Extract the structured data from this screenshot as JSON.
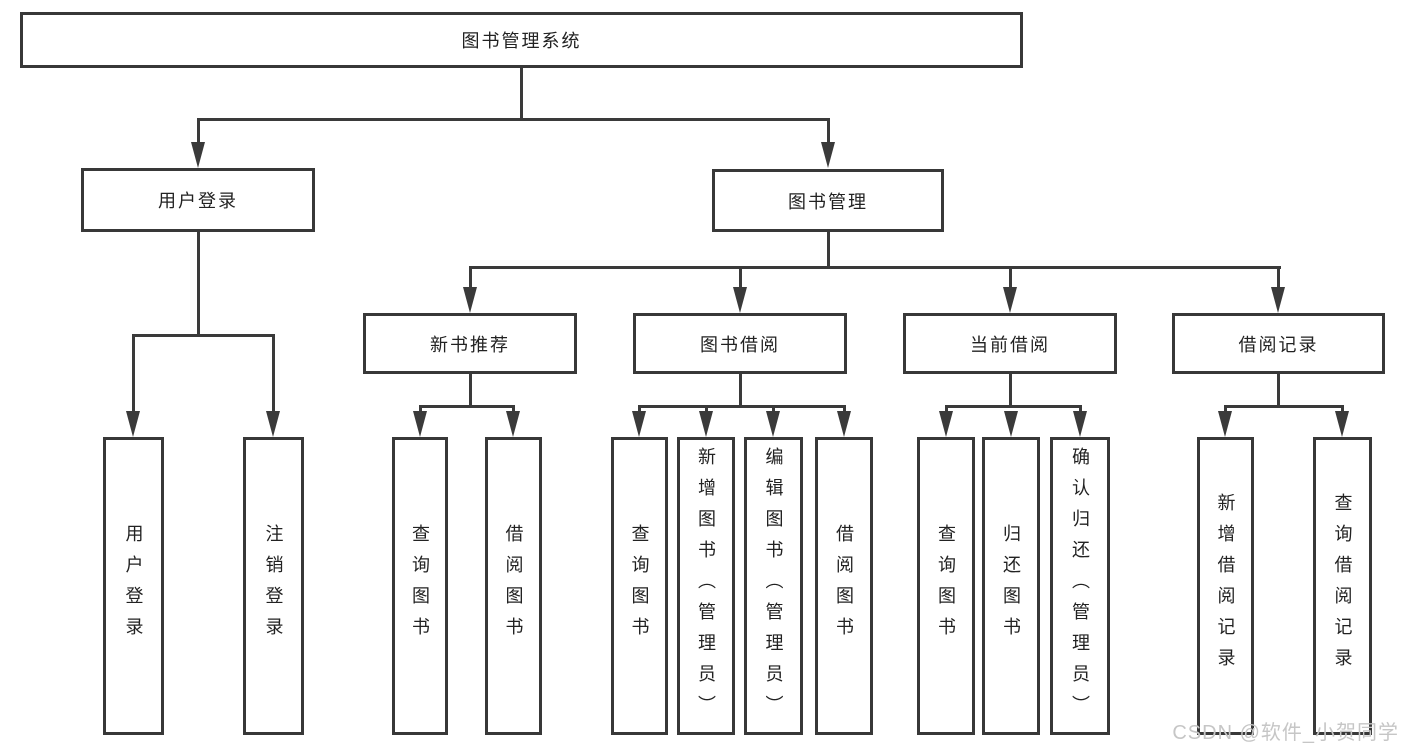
{
  "diagram": {
    "root": {
      "label": "图书管理系统"
    },
    "level2": [
      {
        "label": "用户登录"
      },
      {
        "label": "图书管理"
      }
    ],
    "level3": [
      {
        "label": "新书推荐"
      },
      {
        "label": "图书借阅"
      },
      {
        "label": "当前借阅"
      },
      {
        "label": "借阅记录"
      }
    ],
    "leaves": {
      "user_login": [
        "用户登录",
        "注销登录"
      ],
      "new_book": [
        "查询图书",
        "借阅图书"
      ],
      "book_borrow": [
        "查询图书",
        "新增图书（管理员）",
        "编辑图书（管理员）",
        "借阅图书"
      ],
      "current_borrow": [
        "查询图书",
        "归还图书",
        "确认归还（管理员）"
      ],
      "borrow_record": [
        "新增借阅记录",
        "查询借阅记录"
      ]
    }
  },
  "watermark": "CSDN @软件_小贺同学",
  "colors": {
    "line": "#3a3a3a",
    "box_border": "#383838",
    "text": "#222222",
    "watermark": "#c6c6c6",
    "background": "#ffffff"
  }
}
